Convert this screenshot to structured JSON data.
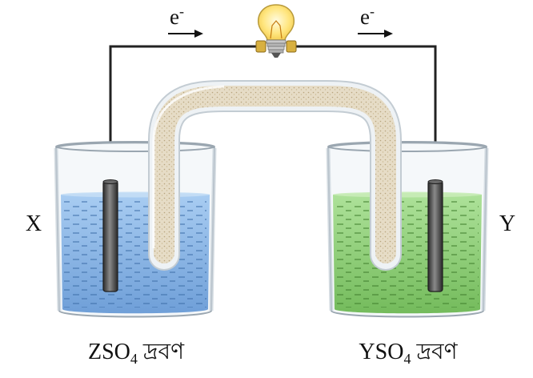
{
  "electrons": {
    "left": {
      "base": "e",
      "sup": "-"
    },
    "right": {
      "base": "e",
      "sup": "-"
    }
  },
  "electrodes": {
    "left": "X",
    "right": "Y"
  },
  "solutions": {
    "left": {
      "pre": "ZSO",
      "sub": "4",
      "post": " দ্রবণ",
      "color": "#8fb8e6"
    },
    "right": {
      "pre": "YSO",
      "sub": "4",
      "post": " দ্রবণ",
      "color": "#93cf7c"
    }
  },
  "colors": {
    "wire": "#222222",
    "electrode": "#4a4a4a",
    "salt_bridge": "#d9cbb0",
    "bulb": "#ffe680"
  }
}
